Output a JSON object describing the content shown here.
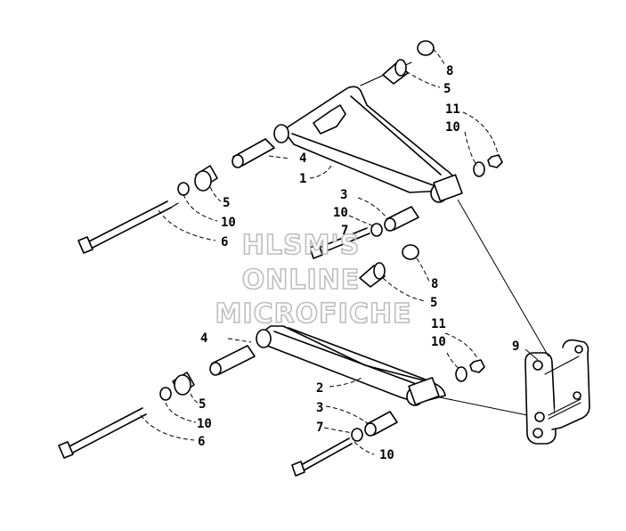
{
  "watermark": {
    "lines": [
      "HLSM'S",
      "ONLINE",
      "MICROFICHE"
    ],
    "color": "#bdbdbd"
  },
  "callouts": {
    "upper_8": "8",
    "upper_5_top": "5",
    "upper_11": "11",
    "upper_10_right": "10",
    "upper_4": "4",
    "upper_1": "1",
    "upper_3": "3",
    "upper_10_mid": "10",
    "upper_7": "7",
    "upper_5_left": "5",
    "upper_10_left": "10",
    "upper_6": "6",
    "lower_8": "8",
    "lower_5_top": "5",
    "lower_11": "11",
    "lower_10_right": "10",
    "lower_9": "9",
    "lower_4": "4",
    "lower_2": "2",
    "lower_3": "3",
    "lower_7": "7",
    "lower_10_bottom": "10",
    "lower_5_left": "5",
    "lower_10_left": "10",
    "lower_6": "6"
  }
}
